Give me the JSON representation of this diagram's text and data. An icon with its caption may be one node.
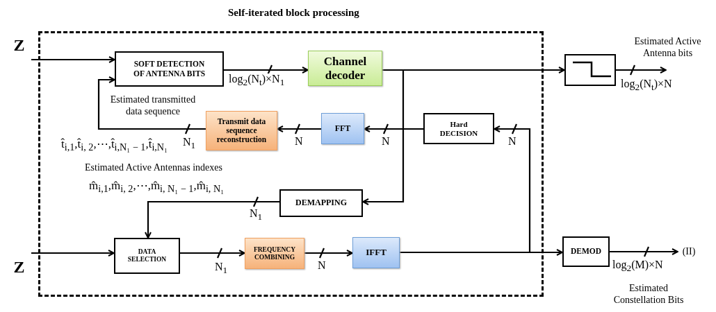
{
  "diagram": {
    "nodes": [
      {
        "text": [
          "Self-iterated block processing"
        ]
      },
      {
        "text": [
          "Z"
        ]
      },
      {
        "text": [
          "SOFT DETECTION OF ANTENNA BITS"
        ],
        "in": 0
      },
      {
        "text": [
          "Channel decoder"
        ],
        "in": 0
      },
      {
        "text": [
          "Transmit data sequence reconstruction"
        ],
        "in": 0
      },
      {
        "text": [
          "FFT"
        ],
        "in": 0
      },
      {
        "text": [
          "Hard DECISION"
        ],
        "in": 0
      },
      {
        "text": [
          "DEMAPPING"
        ],
        "in": 0
      },
      {
        "text": [
          "Z"
        ]
      },
      {
        "text": [
          "DATA SELECTION"
        ],
        "in": 0
      },
      {
        "text": [
          "FREQUENCY COMBINING"
        ],
        "in": 0
      },
      {
        "text": [
          "IFFT"
        ],
        "in": 0
      },
      {
        "text": [],
        "shape": "box"
      },
      {
        "text": [
          "DEMOD"
        ]
      },
      {
        "text": [
          "(II)"
        ]
      }
    ],
    "edges": [
      {
        "from": 1,
        "to": 2,
        "arrow": "to"
      },
      {
        "from": 2,
        "to": 3,
        "arrow": "to",
        "label": "log$_{2}$(N$_{t}$)×N$_{1}$"
      },
      {
        "from": 3,
        "to": 12,
        "arrow": "to"
      },
      {
        "from": 3,
        "to": 7,
        "arrow": "to"
      },
      {
        "from": 6,
        "to": 5,
        "arrow": "to",
        "label": "N"
      },
      {
        "from": 5,
        "to": 4,
        "arrow": "to",
        "label": "N"
      },
      {
        "from": 4,
        "to": 2,
        "arrow": "to",
        "label": "N$_{1}$"
      },
      {
        "from": 7,
        "to": 9,
        "arrow": "to",
        "label": "N$_{1}$"
      },
      {
        "from": 8,
        "to": 9,
        "arrow": "to"
      },
      {
        "from": 9,
        "to": 10,
        "arrow": "to",
        "label": "N$_{1}$"
      },
      {
        "from": 10,
        "to": 11,
        "arrow": "to",
        "label": "N"
      },
      {
        "from": 11,
        "to": 13,
        "arrow": "to"
      },
      {
        "from": 11,
        "to": 6,
        "arrow": "to",
        "label": "N"
      },
      {
        "from": 12,
        "to": null,
        "arrow": "to",
        "label": "log$_{2}$(N$_{t}$)×N"
      },
      {
        "from": 13,
        "to": 14,
        "arrow": "to",
        "label": "log$_{2}$(M)×N"
      }
    ],
    "labels": [
      "Estimated transmitted data sequence",
      "t̂$_{i,1}$,t̂$_{i, 2}$,⋯,t̂$_{i,N₁ − 1}$,t̂$_{i,N₁}$",
      "Estimated  Active Antennas indexes",
      "m̂$_{i,1}$,m̂$_{i, 2}$,⋯,m̂$_{i, N₁ − 1}$,m̂$_{i, N₁}$",
      "Estimated  Active Antenna bits",
      "Estimated Constellation Bits"
    ]
  }
}
